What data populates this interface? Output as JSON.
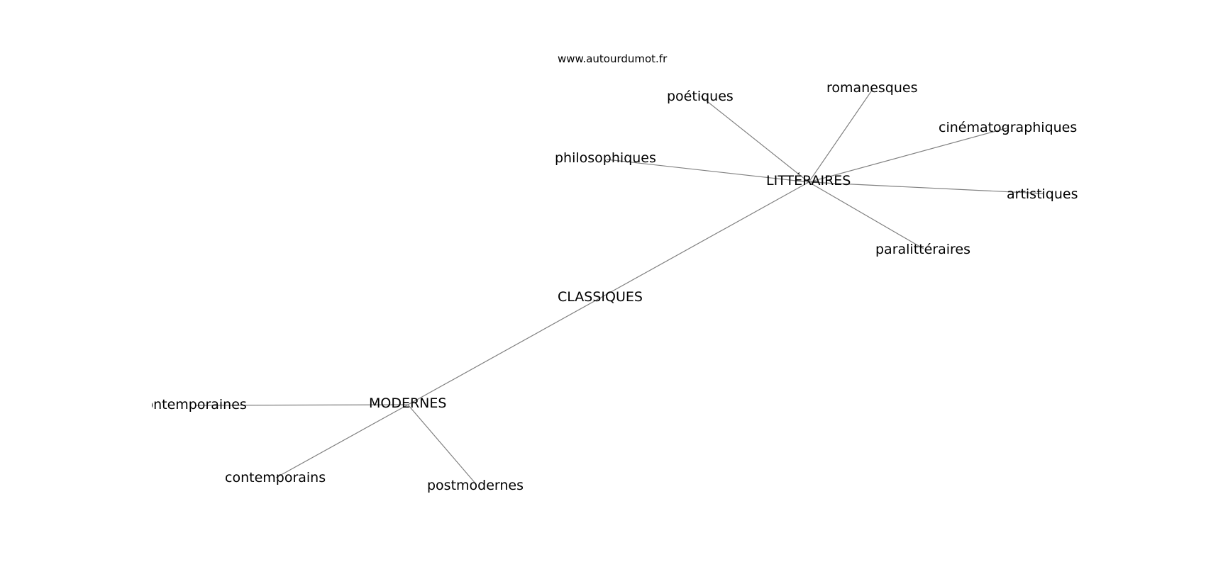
{
  "watermark": "www.autourdumot.fr",
  "graph": {
    "nodes": [
      {
        "id": "litteraires",
        "label": "LITTÉRAIRES"
      },
      {
        "id": "classiques",
        "label": "CLASSIQUES"
      },
      {
        "id": "modernes",
        "label": "MODERNES"
      },
      {
        "id": "poetiques",
        "label": "poétiques"
      },
      {
        "id": "romanesques",
        "label": "romanesques"
      },
      {
        "id": "cinematographiques",
        "label": "cinématographiques"
      },
      {
        "id": "philosophiques",
        "label": "philosophiques"
      },
      {
        "id": "artistiques",
        "label": "artistiques"
      },
      {
        "id": "paralitteraires",
        "label": "paralittéraires"
      },
      {
        "id": "contemporaines",
        "label": "contemporaines"
      },
      {
        "id": "contemporains",
        "label": "contemporains"
      },
      {
        "id": "postmodernes",
        "label": "postmodernes"
      }
    ],
    "edges": [
      [
        "litteraires",
        "poetiques"
      ],
      [
        "litteraires",
        "romanesques"
      ],
      [
        "litteraires",
        "cinematographiques"
      ],
      [
        "litteraires",
        "philosophiques"
      ],
      [
        "litteraires",
        "artistiques"
      ],
      [
        "litteraires",
        "paralitteraires"
      ],
      [
        "litteraires",
        "modernes"
      ],
      [
        "modernes",
        "contemporaines"
      ],
      [
        "modernes",
        "contemporains"
      ],
      [
        "modernes",
        "postmodernes"
      ]
    ]
  }
}
